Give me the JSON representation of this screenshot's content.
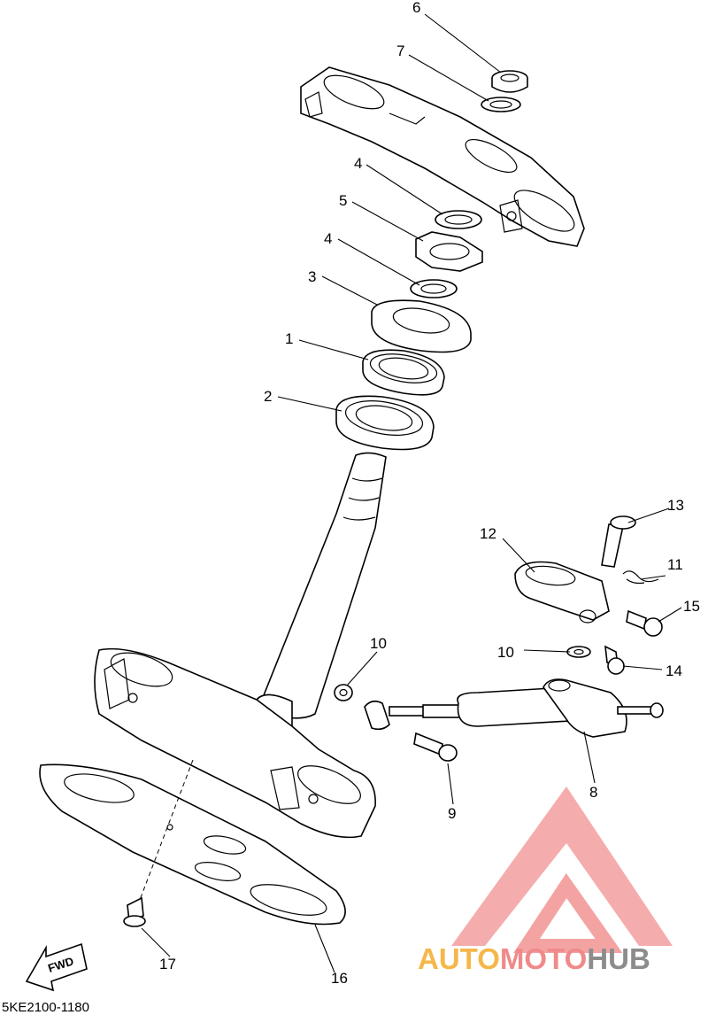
{
  "callouts": {
    "c1": "1",
    "c2": "2",
    "c3": "3",
    "c4a": "4",
    "c4b": "4",
    "c5": "5",
    "c6": "6",
    "c7": "7",
    "c8": "8",
    "c9": "9",
    "c10a": "10",
    "c10b": "10",
    "c11": "11",
    "c12": "12",
    "c13": "13",
    "c14": "14",
    "c15": "15",
    "c16": "16",
    "c17": "17"
  },
  "diagram_code": "5KE2100-1180",
  "fwd_label": "FWD",
  "watermark": {
    "part1": "AUTO",
    "part2": "MOTO",
    "part3": "HUB",
    "colors": {
      "logo": "#f4a3a3",
      "part1": "#f5b74a",
      "part2": "#f08a8a",
      "part3": "#8c8c8c"
    }
  }
}
